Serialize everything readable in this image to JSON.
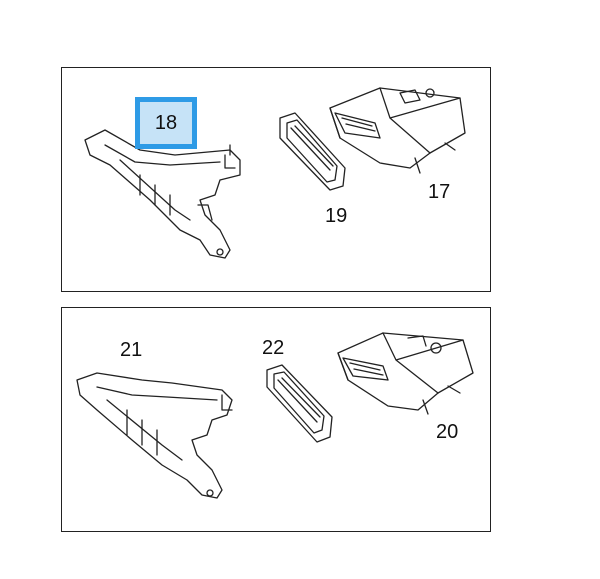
{
  "diagram": {
    "panels": [
      {
        "id": "top",
        "callouts": [
          {
            "label": "18",
            "highlighted": true,
            "part": "bracket"
          },
          {
            "label": "19",
            "part": "gasket"
          },
          {
            "label": "17",
            "part": "control-unit"
          }
        ]
      },
      {
        "id": "bottom",
        "callouts": [
          {
            "label": "21",
            "part": "bracket"
          },
          {
            "label": "22",
            "part": "gasket"
          },
          {
            "label": "20",
            "part": "control-unit"
          }
        ]
      }
    ],
    "highlight_color": "#2e9be6",
    "highlight_fill": "#c6e3f7"
  }
}
